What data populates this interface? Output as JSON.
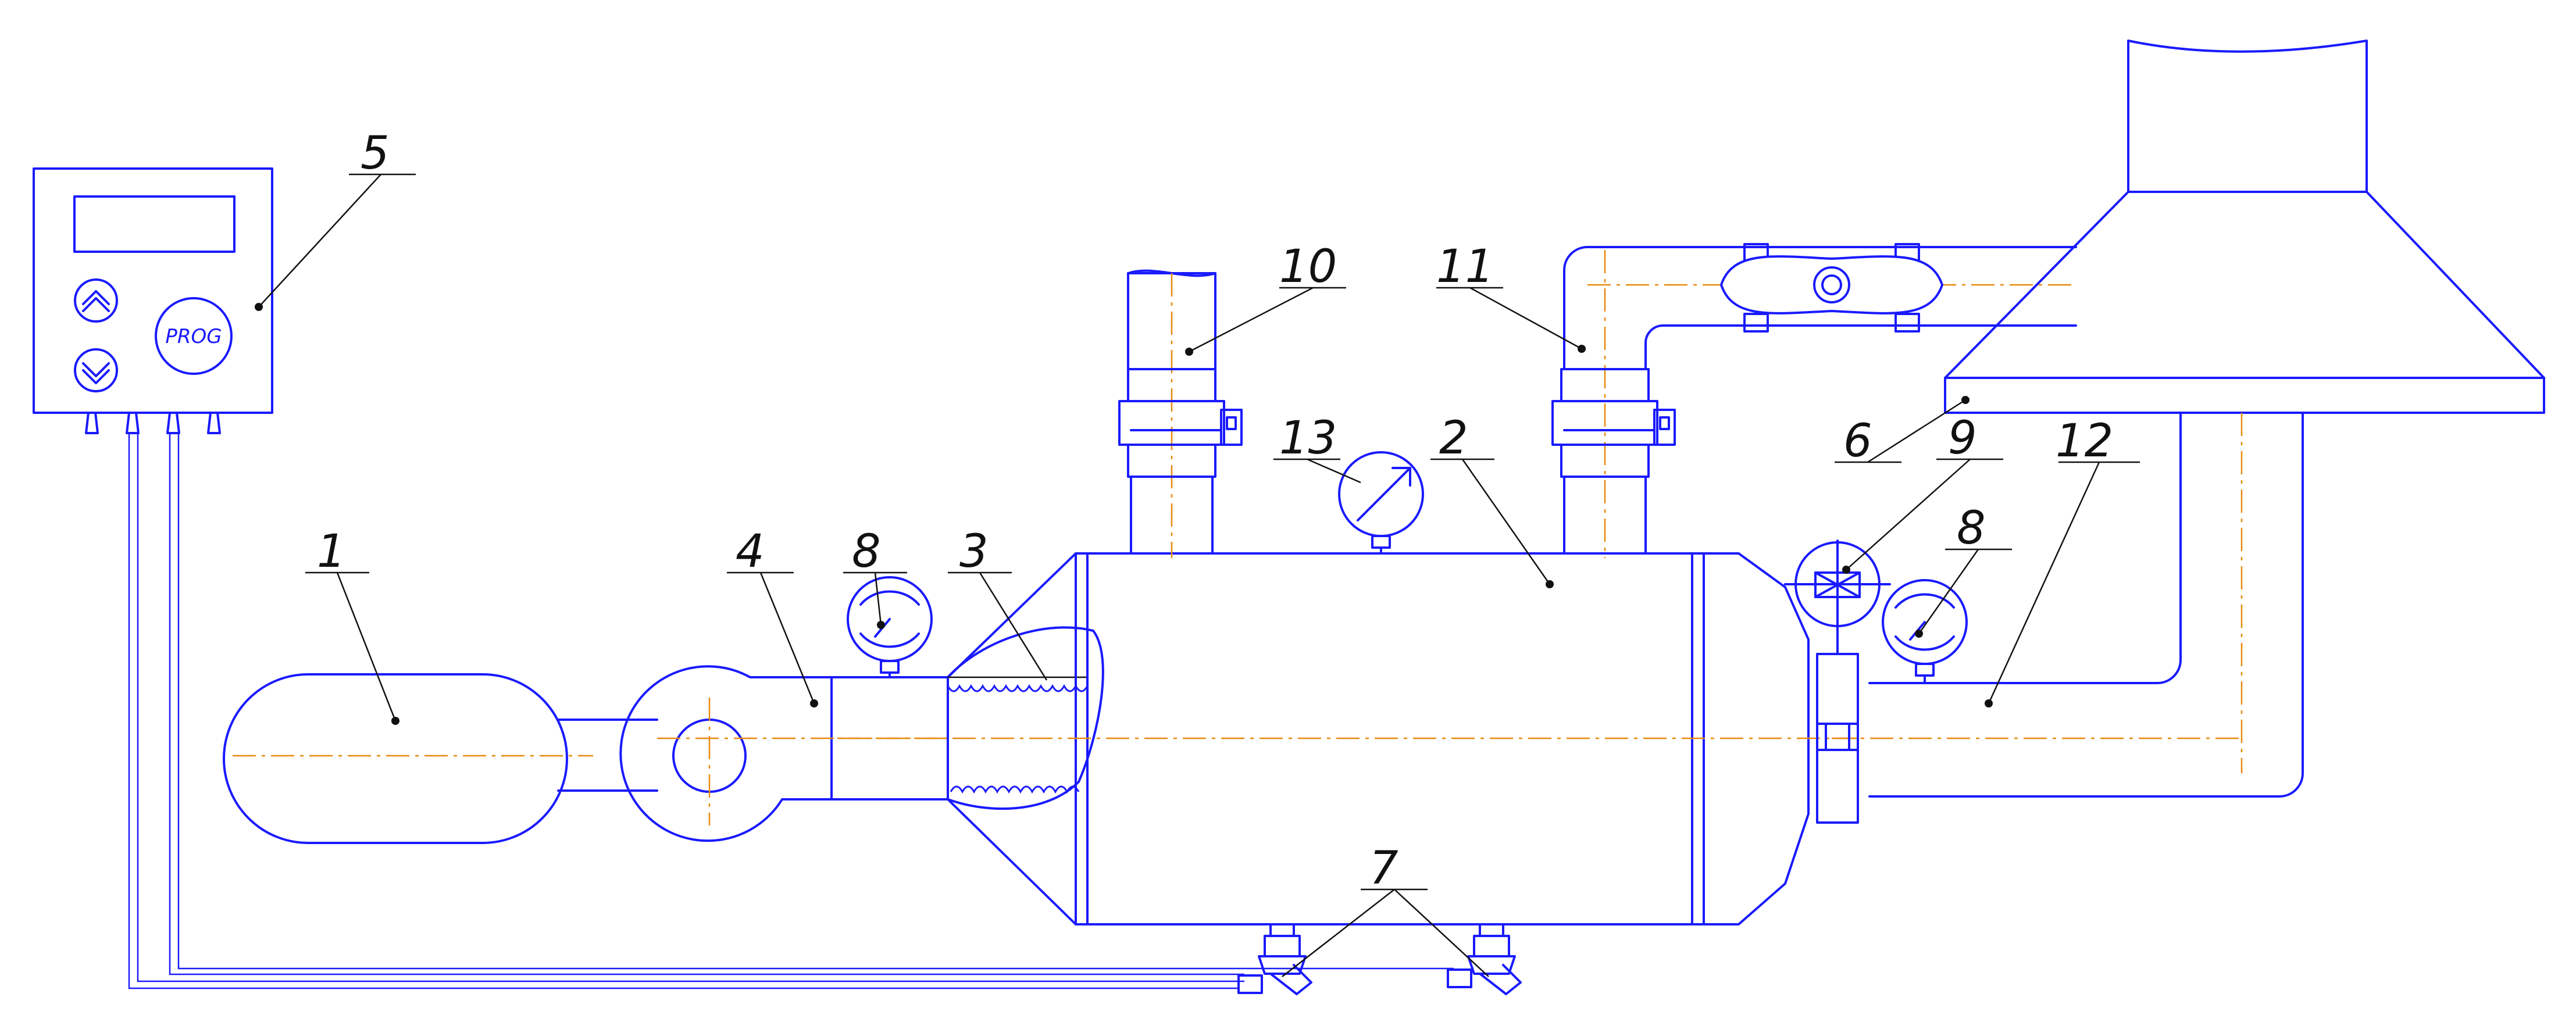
{
  "diagram": {
    "callouts": {
      "c1": "1",
      "c2": "2",
      "c3": "3",
      "c4": "4",
      "c5": "5",
      "c6": "6",
      "c7": "7",
      "c8_left": "8",
      "c8_right": "8",
      "c9": "9",
      "c10": "10",
      "c11": "11",
      "c12": "12",
      "c13": "13"
    },
    "controller": {
      "prog_label": "PROG"
    },
    "colors": {
      "line": "#1a1aff",
      "axis": "#e8890c",
      "leader": "#111111"
    }
  }
}
